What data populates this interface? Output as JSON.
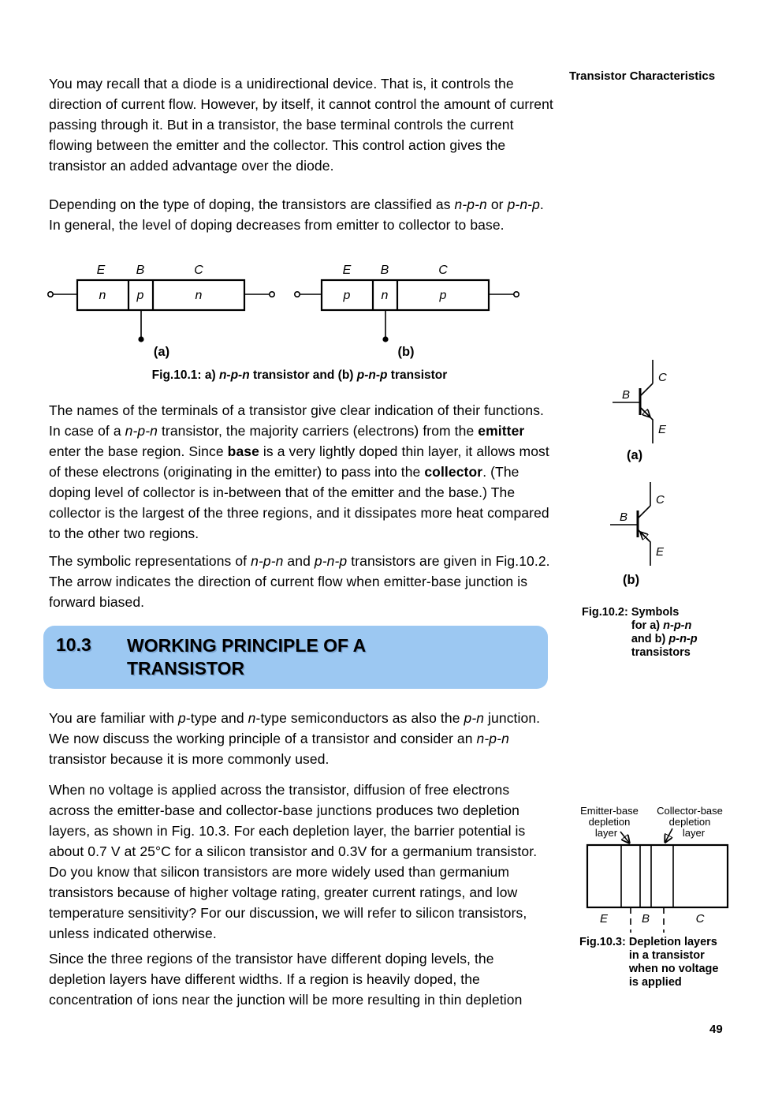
{
  "header": {
    "right": "Transistor Characteristics"
  },
  "page_number": "49",
  "colors": {
    "section_bg": "#9cc8f2"
  },
  "section": {
    "number": "10.3",
    "line1": "WORKING PRINCIPLE OF A",
    "line2": "TRANSISTOR"
  },
  "paragraphs": {
    "p1": "You may recall that a diode is a unidirectional device. That is, it controls the direction of current flow. However, by itself, it cannot control the amount of current passing through it. But in a transistor, the base terminal controls the current flowing between the emitter and the collector. This control action gives the transistor an added advantage over the diode.",
    "p2": [
      {
        "t": "Depending on the type of doping, the transistors are classified as "
      },
      {
        "t": "n-p-n",
        "i": 1
      },
      {
        "t": " or "
      },
      {
        "t": "p-n-p",
        "i": 1
      },
      {
        "t": ". In general, the level of doping decreases from emitter to collector to base."
      }
    ],
    "p3": [
      {
        "t": "The names of the terminals of a transistor give clear indication of their functions. In case of a "
      },
      {
        "t": "n-p-n",
        "i": 1
      },
      {
        "t": " transistor, the majority carriers (electrons) from the "
      },
      {
        "t": "emitter",
        "b": 1
      },
      {
        "t": " enter the base region. Since "
      },
      {
        "t": "base",
        "b": 1
      },
      {
        "t": " is a very lightly doped thin layer, it allows most of these electrons (originating in the emitter) to pass into the "
      },
      {
        "t": "collector",
        "b": 1
      },
      {
        "t": ". (The doping level of collector is in-between that of the emitter and the base.) The collector is the largest of the three regions, and it dissipates more heat compared to the other two regions."
      }
    ],
    "p4": [
      {
        "t": "The symbolic representations of "
      },
      {
        "t": "n-p-n",
        "i": 1
      },
      {
        "t": " and "
      },
      {
        "t": "p-n-p",
        "i": 1
      },
      {
        "t": " transistors are given in Fig.10.2.  The arrow indicates the direction of current flow when emitter-base junction is forward biased."
      }
    ],
    "p5": [
      {
        "t": "You are familiar with "
      },
      {
        "t": "p",
        "i": 1
      },
      {
        "t": "-type and "
      },
      {
        "t": "n",
        "i": 1
      },
      {
        "t": "-type semiconductors as also the "
      },
      {
        "t": "p-n",
        "i": 1
      },
      {
        "t": " junction.  We now discuss the working principle of a transistor and consider an "
      },
      {
        "t": "n-p-n",
        "i": 1
      },
      {
        "t": " transistor because it is more commonly used."
      }
    ],
    "p6": "When no voltage is applied across the transistor, diffusion of free electrons across the emitter-base and collector-base junctions produces two depletion layers, as shown in Fig. 10.3.  For each depletion layer, the barrier potential is about 0.7 V at 25°C for a silicon transistor and 0.3V for a germanium transistor. Do you know that silicon transistors are more widely used than germanium transistors because of higher voltage rating, greater current ratings, and low temperature sensitivity?  For our discussion, we will refer to silicon transistors, unless indicated otherwise.",
    "p7": "Since the three regions of the transistor have different doping levels, the depletion layers have different widths. If a region is heavily doped, the concentration of ions near the junction will be more resulting in thin depletion"
  },
  "fig1": {
    "caption": [
      {
        "t": "Fig.10.1:  a) ",
        "b": 1
      },
      {
        "t": "n-p-n",
        "b": 1,
        "i": 1
      },
      {
        "t": " transistor and (b) ",
        "b": 1
      },
      {
        "t": "p-n-p",
        "b": 1,
        "i": 1
      },
      {
        "t": " transistor",
        "b": 1
      }
    ],
    "a": {
      "terminals": [
        "E",
        "B",
        "C"
      ],
      "regions": [
        "n",
        "p",
        "n"
      ],
      "label": "(a)"
    },
    "b": {
      "terminals": [
        "E",
        "B",
        "C"
      ],
      "regions": [
        "p",
        "n",
        "p"
      ],
      "label": "(b)"
    }
  },
  "fig2": {
    "caption_prefix": "Fig.10.2:",
    "caption_lines": [
      [
        {
          "t": "Symbols"
        }
      ],
      [
        {
          "t": "for a) "
        },
        {
          "t": "n-p-n",
          "i": 1
        }
      ],
      [
        {
          "t": "and b) "
        },
        {
          "t": "p-n-p",
          "i": 1
        }
      ],
      [
        {
          "t": "transistors"
        }
      ]
    ],
    "a": {
      "c": "C",
      "b": "B",
      "e": "E",
      "label": "(a)"
    },
    "b": {
      "c": "C",
      "b": "B",
      "e": "E",
      "label": "(b)"
    }
  },
  "fig3": {
    "label_left": [
      "Emitter-base",
      "depletion",
      "layer"
    ],
    "label_right": [
      "Collector-base",
      "depletion",
      "layer"
    ],
    "regions": [
      "E",
      "B",
      "C"
    ],
    "caption_prefix": "Fig.10.3:",
    "caption_lines": [
      "Depletion layers",
      "in a transistor",
      "when no voltage",
      "is applied"
    ]
  }
}
